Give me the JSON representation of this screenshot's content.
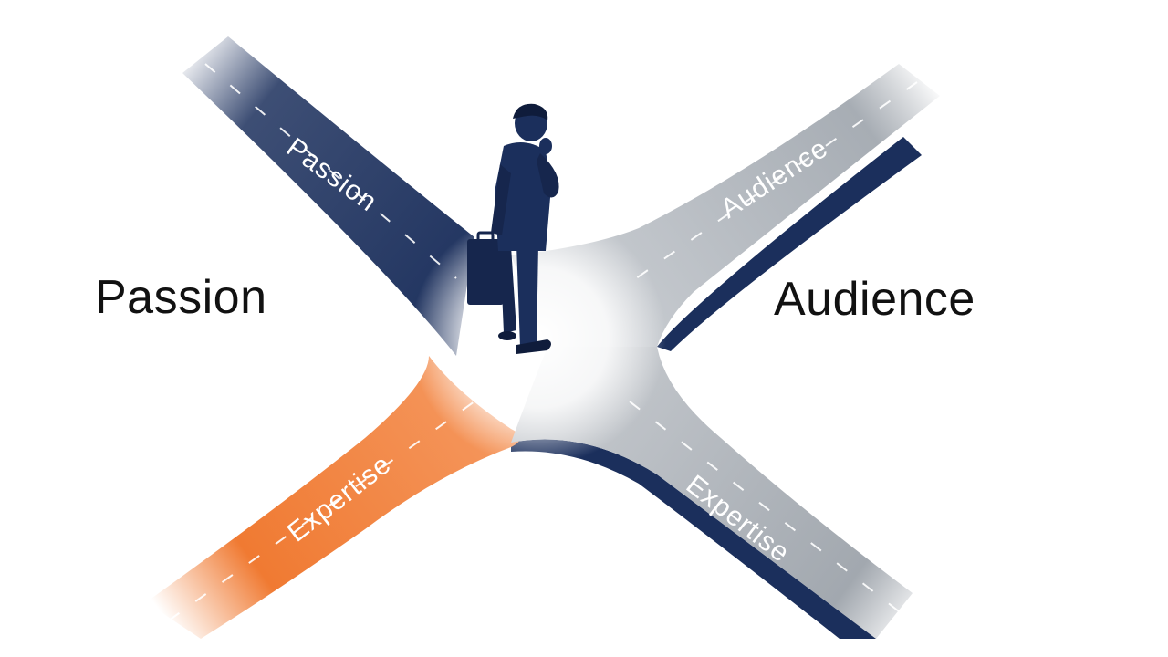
{
  "labels": {
    "left": "Passion",
    "right": "Audience"
  },
  "roads": {
    "top_left": "Passion",
    "top_right": "Audience",
    "bottom_left": "Expertise",
    "bottom_right": "Expertise"
  },
  "colors": {
    "navy": "#1b2f5c",
    "gray": "#9aa0a8",
    "orange": "#f07a32",
    "background": "#ffffff"
  }
}
